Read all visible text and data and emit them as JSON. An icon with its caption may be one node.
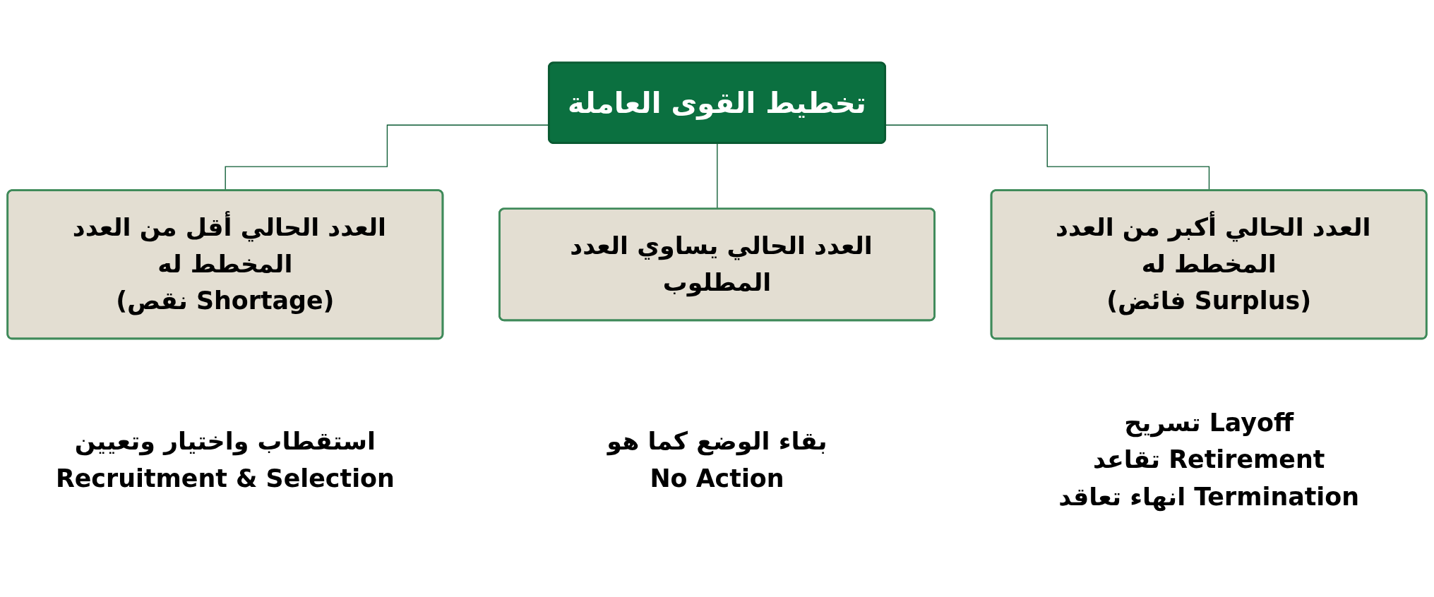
{
  "diagram": {
    "nodes": [
      {
        "text": [
          "تخطيط القوى العاملة"
        ]
      },
      {
        "text": [
          "العدد الحالي أقل من العدد المخطط له",
          "(نقص Shortage)"
        ],
        "beside": [
          "استقطاب واختيار وتعيين",
          "Recruitment & Selection"
        ]
      },
      {
        "text": [
          "العدد الحالي يساوي العدد المطلوب"
        ],
        "beside": [
          "بقاء الوضع كما هو",
          "No Action"
        ]
      },
      {
        "text": [
          "العدد الحالي أكبر من العدد المخطط له",
          "(فائض Surplus)"
        ],
        "beside": [
          "تسريح Layoff",
          "تقاعد Retirement",
          "انهاء تعاقد Termination"
        ]
      }
    ],
    "edges": [
      {
        "from": 0,
        "to": 1,
        "arrow": "none"
      },
      {
        "from": 0,
        "to": 2,
        "arrow": "none"
      },
      {
        "from": 0,
        "to": 3,
        "arrow": "none"
      }
    ]
  }
}
